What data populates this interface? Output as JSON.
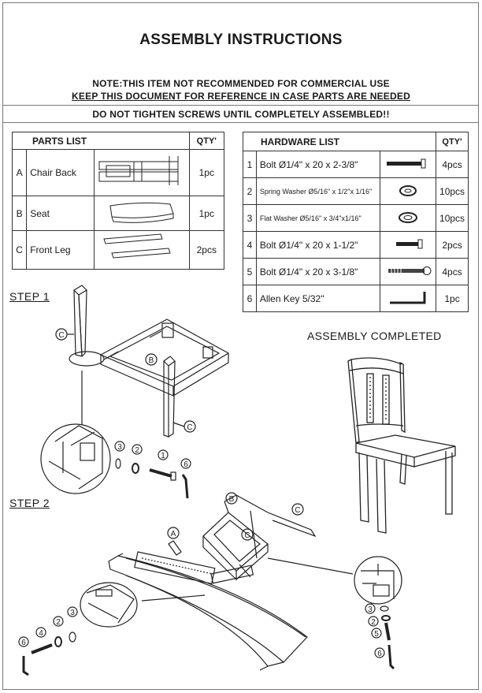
{
  "title": "ASSEMBLY INSTRUCTIONS",
  "notes": {
    "line1": "NOTE:THIS ITEM NOT RECOMMENDED FOR COMMERCIAL USE",
    "line2": "KEEP THIS DOCUMENT FOR REFERENCE IN CASE PARTS ARE NEEDED",
    "line3": "DO NOT TIGHTEN SCREWS UNTIL COMPLETELY ASSEMBLED!!"
  },
  "parts_list": {
    "header": "PARTS LIST",
    "qty_header": "QTY'",
    "items": [
      {
        "letter": "A",
        "name": "Chair Back",
        "qty": "1pc"
      },
      {
        "letter": "B",
        "name": "Seat",
        "qty": "1pc"
      },
      {
        "letter": "C",
        "name": "Front Leg",
        "qty": "2pcs"
      }
    ]
  },
  "hardware_list": {
    "header": "HARDWARE LIST",
    "qty_header": "QTY'",
    "items": [
      {
        "num": "1",
        "name": "Bolt Ø1/4\" x 20 x 2-3/8\"",
        "qty": "4pcs"
      },
      {
        "num": "2",
        "name": "Spring Washer Ø5/16\" x 1/2\"x 1/16\"",
        "qty": "10pcs"
      },
      {
        "num": "3",
        "name": "Flat Washer Ø5/16\" x 3/4\"x1/16\"",
        "qty": "10pcs"
      },
      {
        "num": "4",
        "name": "Bolt Ø1/4\" x 20 x 1-1/2\"",
        "qty": "2pcs"
      },
      {
        "num": "5",
        "name": "Bolt Ø1/4\" x 20 x 3-1/8\"",
        "qty": "4pcs"
      },
      {
        "num": "6",
        "name": "Allen Key 5/32\"",
        "qty": "1pc"
      }
    ]
  },
  "steps": {
    "step1": "STEP 1",
    "step2": "STEP 2",
    "completed": "ASSEMBLY COMPLETED"
  },
  "callouts": {
    "A": "A",
    "B": "B",
    "C": "C",
    "n1": "1",
    "n2": "2",
    "n3": "3",
    "n4": "4",
    "n5": "5",
    "n6": "6"
  }
}
